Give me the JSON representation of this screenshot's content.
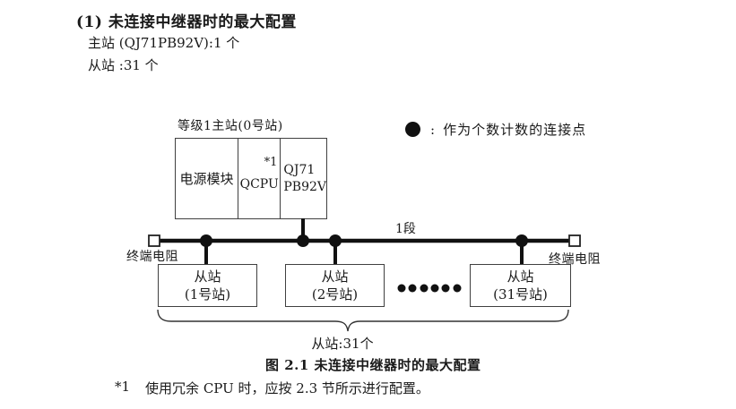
{
  "section": {
    "heading": "(1) 未连接中继器时的最大配置",
    "master_line": "主站 (QJ71PB92V):1 个",
    "slave_line": "从站 :31 个"
  },
  "legend": {
    "icon": "filled-circle-connection-point",
    "separator": ":",
    "text": "作为个数计数的连接点"
  },
  "diagram": {
    "master": {
      "label": "等级1主站(0号站)",
      "cells": [
        {
          "label": "电源模块"
        },
        {
          "label": "QCPU",
          "note": "*1"
        },
        {
          "line1": "QJ71",
          "line2": "PB92V"
        }
      ]
    },
    "segment_label": "1段",
    "terminators": {
      "left": "终端电阻",
      "right": "终端电阻"
    },
    "slaves": [
      {
        "line1": "从站",
        "line2": "(1号站)"
      },
      {
        "line1": "从站",
        "line2": "(2号站)"
      },
      {
        "line1": "从站",
        "line2": "(31号站)"
      }
    ],
    "brace_label": "从站:31个"
  },
  "caption": "图 2.1 未连接中继器时的最大配置",
  "footnote": {
    "marker": "*1",
    "text": "使用冗余 CPU 时，应按 2.3 节所示进行配置。"
  }
}
